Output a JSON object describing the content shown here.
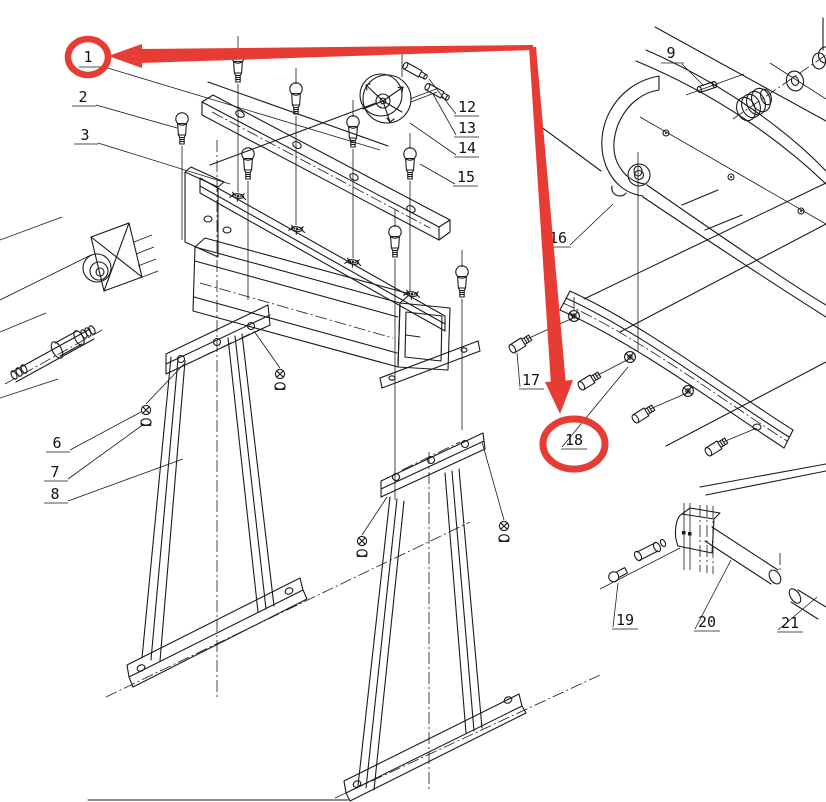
{
  "document": {
    "type": "exploded-parts-assembly-drawing",
    "background_color": "#ffffff",
    "line_color": "#1a1a1a"
  },
  "callouts": [
    {
      "label": "1",
      "highlighted": true
    },
    {
      "label": "2",
      "highlighted": false
    },
    {
      "label": "3",
      "highlighted": false
    },
    {
      "label": "6",
      "highlighted": false
    },
    {
      "label": "7",
      "highlighted": false
    },
    {
      "label": "8",
      "highlighted": false
    },
    {
      "label": "9",
      "highlighted": false
    },
    {
      "label": "12",
      "highlighted": false
    },
    {
      "label": "13",
      "highlighted": false
    },
    {
      "label": "14",
      "highlighted": false
    },
    {
      "label": "15",
      "highlighted": false
    },
    {
      "label": "16",
      "highlighted": false
    },
    {
      "label": "17",
      "highlighted": false
    },
    {
      "label": "18",
      "highlighted": true
    },
    {
      "label": "19",
      "highlighted": false
    },
    {
      "label": "20",
      "highlighted": false
    },
    {
      "label": "21",
      "highlighted": false
    }
  ],
  "annotations": {
    "highlight_color": "#e63c33",
    "circled_callouts": [
      "1",
      "18"
    ],
    "arrows": [
      {
        "points_to": "1"
      },
      {
        "points_to": "18"
      }
    ]
  }
}
